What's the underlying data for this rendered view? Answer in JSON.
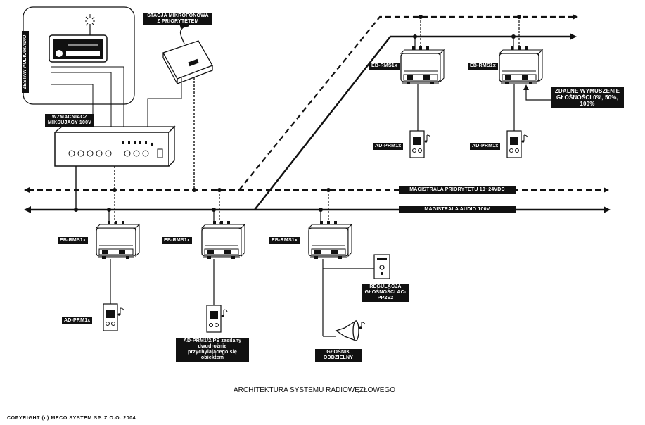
{
  "labels": {
    "receiver_vertical": "ZESTAW AUDIO/RADIO",
    "mic_station": "STACJA MIKROFONOWA Z PRIORYTETEM",
    "amplifier": "WZMACNIACZ MIKSUJĄCY 100V",
    "eb_rms_1": "EB-RMS1x",
    "eb_rms_2": "EB-RMS1x",
    "eb_rms_3": "EB-RMS1x",
    "eb_rms_4": "EB-RMS1x",
    "eb_rms_5": "EB-RMS1x",
    "ad_prm_1": "AD-PRM1x",
    "ad_prm_2": "AD-PRM1x",
    "ad_prm_3": "AD-PRM1x",
    "ad_prm_ps": "AD-PRM1/2/PS zasilany dwudrożnie przychylającego się obiektem",
    "remote_switch": "ZDALNE WYMUSZENIE GŁOŚNOŚCI 0%, 50%, 100%",
    "priority_bus": "MAGISTRALA PRIORYTETU 10~24VDC",
    "audio_bus": "MAGISTRALA AUDIO 100V",
    "volume_control": "REGULACJA GŁOŚNOŚCI AC-PP2S2",
    "horn_speaker": "GŁOŚNIK ODDZIELNY",
    "diagram_title": "ARCHITEKTURA SYSTEMU RADIOWĘZŁOWEGO",
    "copyright": "COPYRIGHT (c) MECO SYSTEM SP. Z O.O. 2004"
  },
  "icons": {
    "receiver": "radio-receiver-icon",
    "microphone": "desk-microphone-icon",
    "amplifier": "mixing-amplifier-icon",
    "relay_module": "eb-rms-module-icon",
    "wall_speaker": "wall-speaker-icon",
    "volume_knob": "volume-control-icon",
    "horn": "horn-speaker-icon",
    "music_note": "music-note-icon"
  },
  "colors": {
    "ink": "#111111",
    "background": "#ffffff"
  }
}
